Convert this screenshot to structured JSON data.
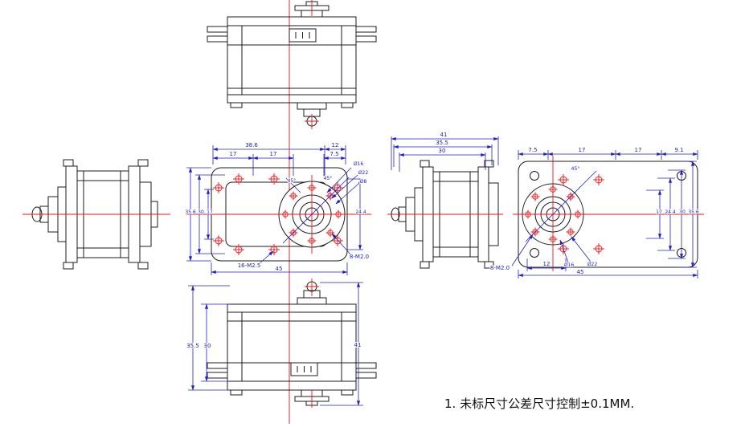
{
  "note": "1. 未标尺寸公差尺寸控制±0.1MM.",
  "colors": {
    "outline": "#1c1c1c",
    "centerline_red": "#ee1414",
    "dimension_blue": "#2121c4",
    "background": "#ffffff"
  },
  "front_face": {
    "top": [
      "38.6",
      "17",
      "17",
      "12",
      "7.5"
    ],
    "labels": [
      "Ø16",
      "Ø22",
      "Ø8",
      "45°",
      "45°"
    ],
    "left": [
      "35.6",
      "30",
      "17"
    ],
    "right": [
      "24.4"
    ],
    "bottom": [
      "16-M2.5",
      "45",
      "8-M2.0"
    ]
  },
  "rear_face": {
    "top": [
      "7.5",
      "17",
      "17",
      "9.1"
    ],
    "labels": [
      "45°"
    ],
    "right": [
      "17",
      "24.4",
      "30",
      "35.6"
    ],
    "bottom": [
      "8-M2.0",
      "12",
      "Ø16",
      "45",
      "Ø22"
    ]
  },
  "side_right": {
    "top": [
      "41",
      "35.5",
      "30"
    ]
  },
  "bottom_view": {
    "left": [
      "35.5",
      "30"
    ],
    "right": [
      "41"
    ]
  }
}
